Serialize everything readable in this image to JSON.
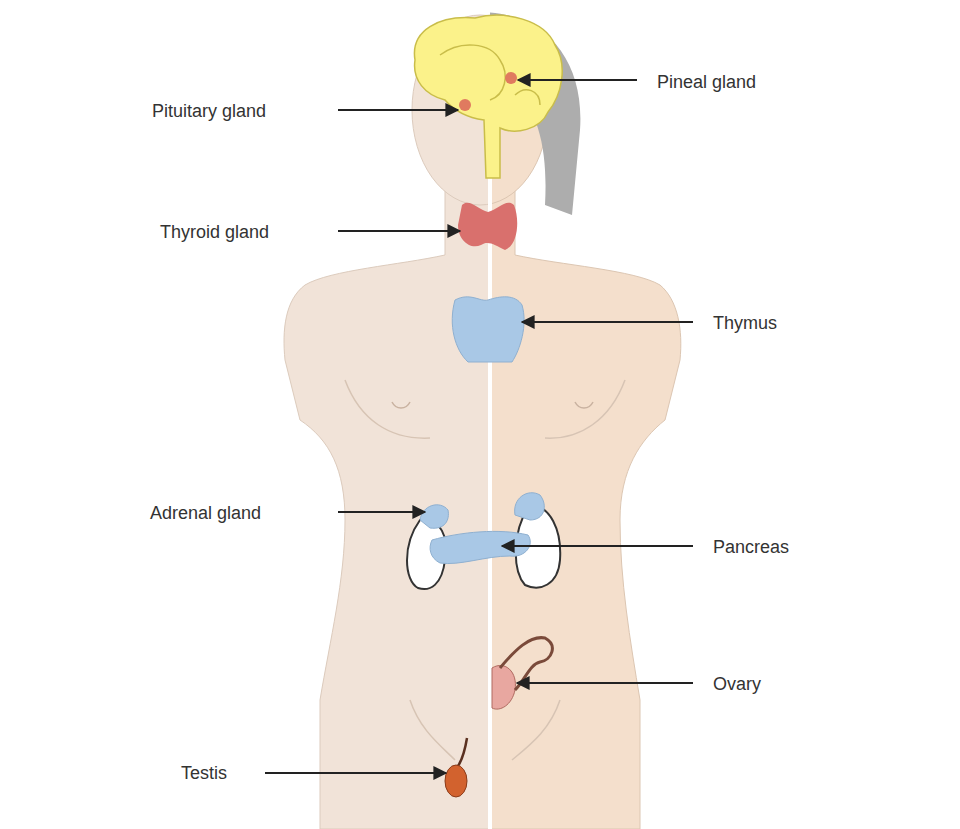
{
  "diagram": {
    "labels": [
      "Pineal gland",
      "Pituitary gland",
      "Thyroid gland",
      "Thymus",
      "Adrenal gland",
      "Pancreas",
      "Ovary",
      "Testis"
    ]
  }
}
